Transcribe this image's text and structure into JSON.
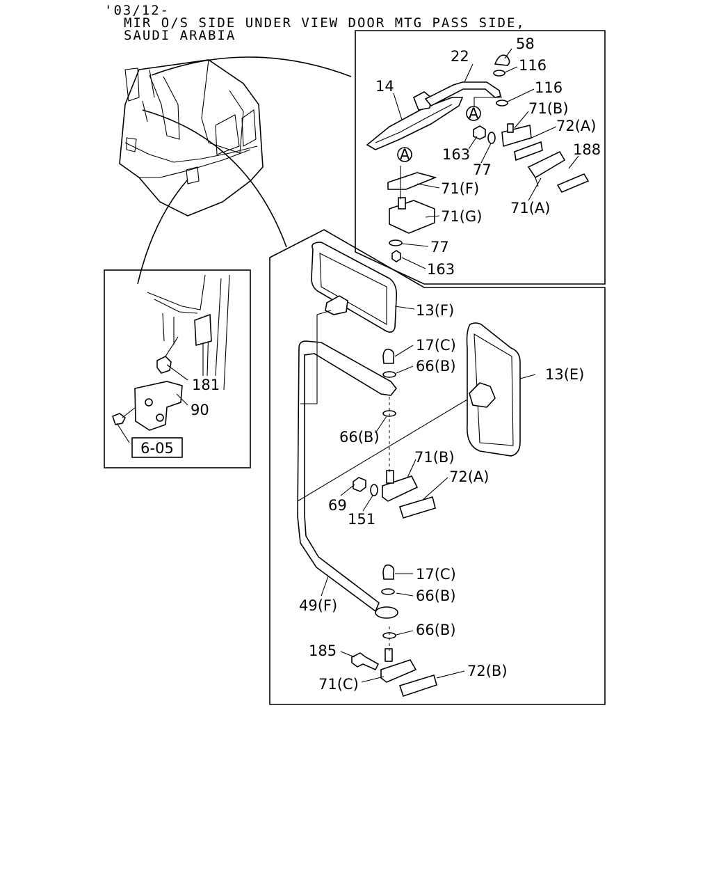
{
  "header": {
    "line1": "'03/12-",
    "line2": "MIR O/S SIDE UNDER VIEW DOOR MTG PASS SIDE,",
    "line3": "SAUDI ARABIA"
  },
  "callouts": {
    "c58": "58",
    "c22": "22",
    "c116a": "116",
    "c116b": "116",
    "c14": "14",
    "c71b_top": "71(B)",
    "c72a_top": "72(A)",
    "c188": "188",
    "c163a": "163",
    "c77a": "77",
    "c71f": "71(F)",
    "c71a": "71(A)",
    "c71g": "71(G)",
    "c77b": "77",
    "c163b": "163",
    "c13f": "13(F)",
    "c17c_a": "17(C)",
    "c66b_a": "66(B)",
    "c13e": "13(E)",
    "c66b_b": "66(B)",
    "c71b_mid": "71(B)",
    "c72a_mid": "72(A)",
    "c69": "69",
    "c151": "151",
    "c17c_b": "17(C)",
    "c66b_c": "66(B)",
    "c49f": "49(F)",
    "c66b_d": "66(B)",
    "c185": "185",
    "c72b": "72(B)",
    "c71c": "71(C)",
    "c181": "181",
    "c90": "90",
    "ref_605": "6-05",
    "mark_a1": "A",
    "mark_a2": "A"
  }
}
